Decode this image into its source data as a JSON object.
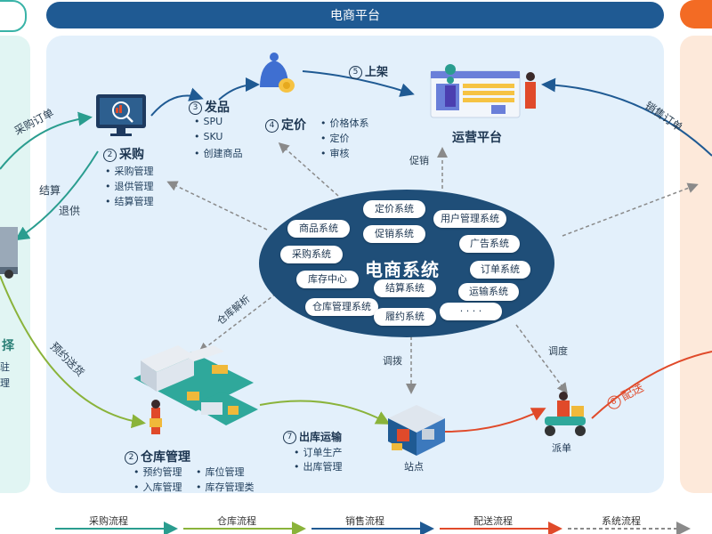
{
  "header": {
    "title": "电商平台"
  },
  "core": {
    "title": "电商系统",
    "modules": [
      "定价系统",
      "用户管理系统",
      "商品系统",
      "促销系统",
      "广告系统",
      "采购系统",
      "订单系统",
      "库存中心",
      "结算系统",
      "运输系统",
      "仓库管理系统",
      "履约系统",
      "· · · ·"
    ]
  },
  "nodes": {
    "purchase": {
      "num": "2",
      "title": "采购",
      "items": [
        "采购管理",
        "退供管理",
        "结算管理"
      ]
    },
    "publish": {
      "num": "3",
      "title": "发品",
      "items": [
        "SPU",
        "SKU",
        "创建商品"
      ]
    },
    "pricing": {
      "num": "4",
      "title": "定价",
      "items": [
        "价格体系",
        "定价",
        "审核"
      ]
    },
    "ops": {
      "title": "运营平台"
    },
    "warehouse": {
      "num": "2",
      "title": "仓库管理",
      "items": [
        "预约管理",
        "库位管理",
        "入库管理",
        "库存管理类"
      ]
    },
    "outbound": {
      "num": "7",
      "title": "出库运输",
      "items": [
        "订单生产",
        "出库管理"
      ]
    },
    "station": {
      "title": "站点"
    },
    "dispatch": {
      "title": "派单"
    }
  },
  "edge_labels": {
    "shelve": {
      "num": "5",
      "text": "上架"
    },
    "purchase_order": "采购订单",
    "settle": "结算",
    "return": "退供",
    "book_delivery": "预约送货",
    "sales_order": "销售订单",
    "promo": "促销",
    "wh_parse": "仓库解析",
    "transfer": "调拨",
    "schedule": "调度",
    "delivery": {
      "num": "8",
      "text": "配送"
    }
  },
  "left_partial": {
    "title": "择",
    "items": [
      "驻",
      "理"
    ]
  },
  "legend": [
    {
      "label": "采购流程",
      "color": "#2a9d8f"
    },
    {
      "label": "仓库流程",
      "color": "#8ab33a"
    },
    {
      "label": "销售流程",
      "color": "#1f5a93"
    },
    {
      "label": "配送流程",
      "color": "#e04a2a"
    },
    {
      "label": "系统流程",
      "color": "#8a8a8a"
    }
  ],
  "colors": {
    "header": "#1f5a93",
    "core_ellipse": "#1f4e78",
    "panel_main": "#e3f0fb",
    "panel_left": "#e1f5f3",
    "panel_right": "#fde9da",
    "accent_orange": "#f36b24"
  }
}
